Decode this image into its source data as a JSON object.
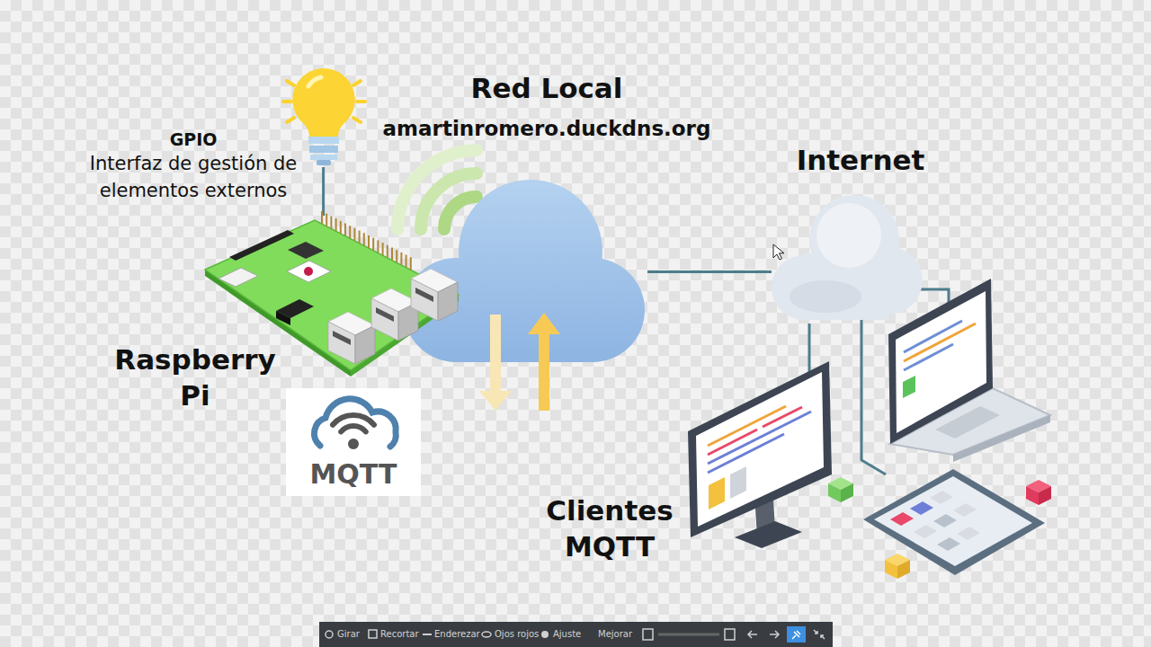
{
  "diagram": {
    "nodes": [
      {
        "text": [
          "Red Local",
          "amartinromero.duckdns.org"
        ]
      },
      {
        "text": [
          "GPIO",
          "Interfaz de gestión de elementos externos"
        ]
      },
      {
        "text": [
          "Internet"
        ]
      },
      {
        "text": [
          "Raspberry Pi"
        ]
      },
      {
        "text": [
          "MQTT"
        ]
      },
      {
        "text": [
          "Clientes MQTT"
        ]
      }
    ],
    "edges": [
      {
        "from": 1,
        "to": 3,
        "arrow": "none"
      },
      {
        "from": 0,
        "to": 2,
        "arrow": "none"
      },
      {
        "from": 2,
        "to": 5,
        "arrow": "none"
      }
    ],
    "labels": [
      "Girar",
      "Recortar",
      "Enderezar",
      "Ojos rojos",
      "Ajuste",
      "Mejorar"
    ]
  }
}
